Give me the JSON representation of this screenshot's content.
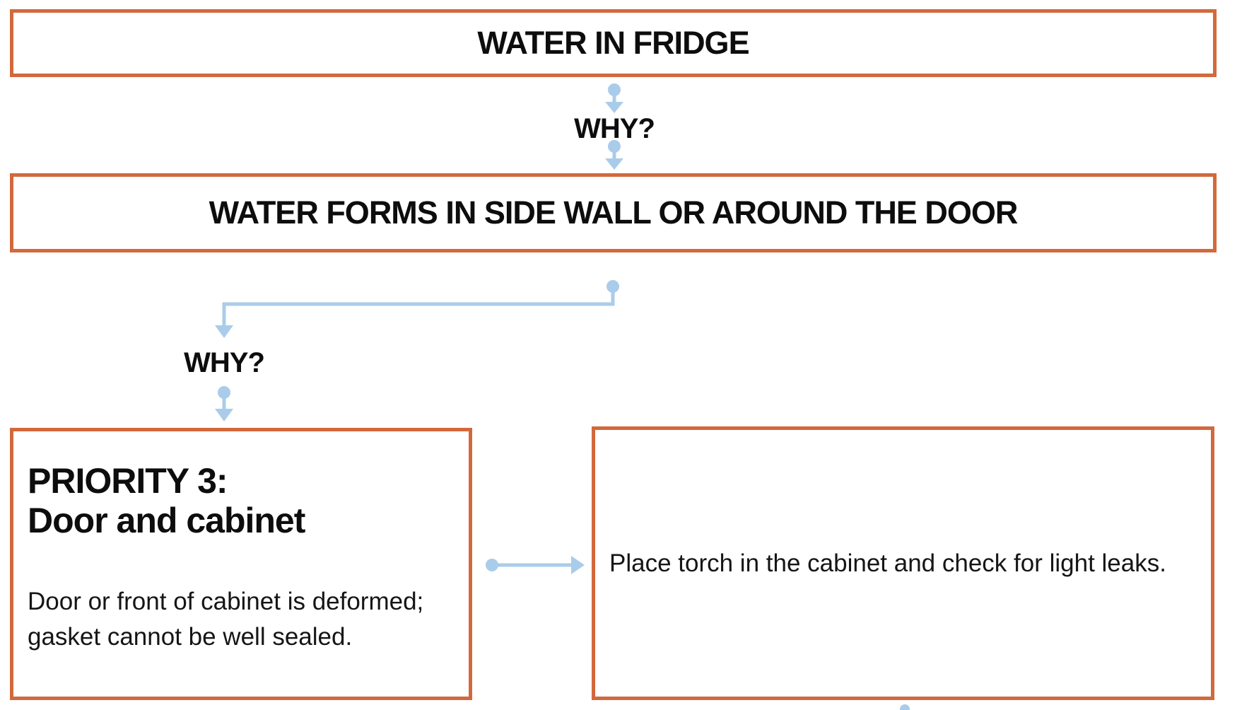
{
  "diagram": {
    "problem_box": {
      "title": "WATER IN FRIDGE"
    },
    "why_1": {
      "label": "WHY?"
    },
    "cause_box": {
      "title": "WATER FORMS IN SIDE WALL OR AROUND THE DOOR"
    },
    "why_2": {
      "label": "WHY?"
    },
    "priority_box": {
      "heading_line1": "PRIORITY 3:",
      "heading_line2": "Door and cabinet",
      "body": "Door or front of cabinet is deformed; gasket cannot be well sealed."
    },
    "action_box": {
      "body": "Place torch in the cabinet and check for light leaks."
    }
  },
  "colors": {
    "box-border": "#D2693C",
    "arrow-blue": "#A9CCEA",
    "text-dark": "#111111"
  }
}
